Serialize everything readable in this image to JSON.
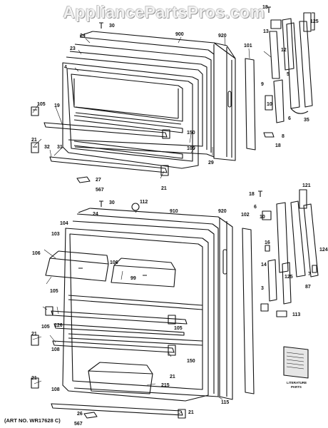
{
  "watermark": "AppliancePartsPros.com",
  "art_number": "(ART NO. WR17628 C)",
  "booklet_caption": [
    "LITERATURE",
    "PARTS"
  ],
  "callouts_top": {
    "c18": "18",
    "c125": "125",
    "c30": "30",
    "c900": "900",
    "c920": "920",
    "c24": "24",
    "c13": "13",
    "c12": "12",
    "c23": "23",
    "c101": "101",
    "c4": "4",
    "c9": "9",
    "c5": "5",
    "c105": "105",
    "c19": "19",
    "c10": "10",
    "c6": "6",
    "c35": "35",
    "c150": "150",
    "c8": "8",
    "c18b": "18",
    "c105b": "105",
    "c32": "32",
    "c21a": "21",
    "c31": "31",
    "c29": "29",
    "c27": "27",
    "c21b": "21",
    "c567": "567"
  },
  "callouts_bottom": {
    "c30": "30",
    "c112": "112",
    "c910": "910",
    "c18": "18",
    "c121": "121",
    "c24": "24",
    "c920": "920",
    "c6": "6",
    "c104": "104",
    "c102": "102",
    "c103": "103",
    "c10": "10",
    "c16": "16",
    "c124": "124",
    "c106a": "106",
    "c106b": "106",
    "c14": "14",
    "c125": "125",
    "c7": "7",
    "c87": "87",
    "c105a": "105",
    "c99": "99",
    "c3": "3",
    "c113": "113",
    "c105b": "105",
    "c126": "126",
    "c105c": "105",
    "c21a": "21",
    "c108a": "108",
    "c150": "150",
    "c21b": "21",
    "c21c": "21",
    "c108b": "108",
    "c215": "215",
    "c115": "115",
    "c26": "26",
    "c21d": "21",
    "c567": "567"
  }
}
